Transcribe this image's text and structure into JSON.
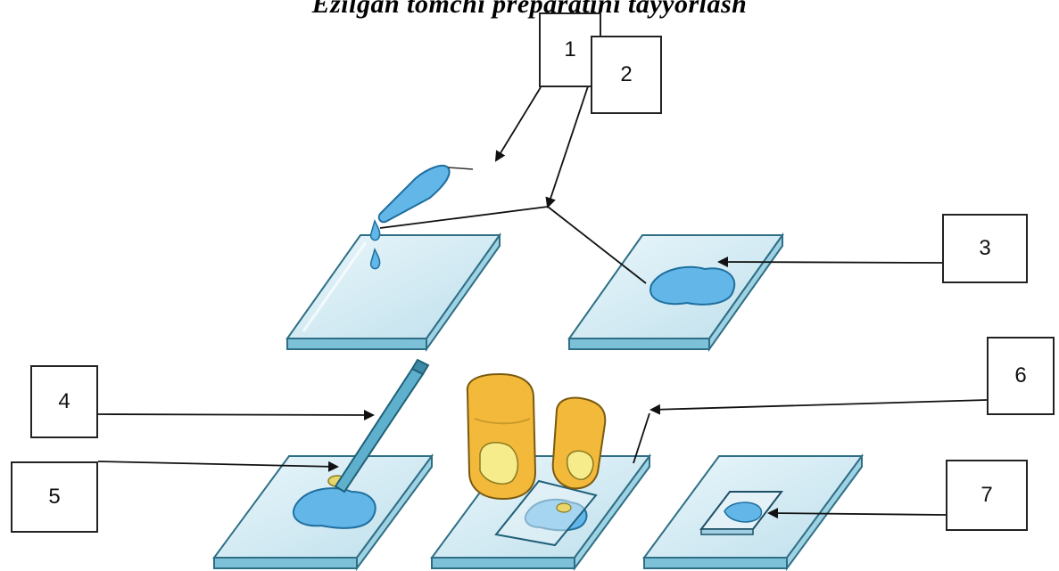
{
  "title": "Ezilgan tomchi preparatini tayyorlash",
  "labels": [
    "1",
    "2",
    "3",
    "4",
    "5",
    "6",
    "7"
  ],
  "colors": {
    "glass": "#cfe7f1",
    "glass_edge": "#6fb4cc",
    "drop": "#63b6e8",
    "finger": "#f2b93b",
    "nail": "#f6ec8c",
    "line": "#111111"
  }
}
